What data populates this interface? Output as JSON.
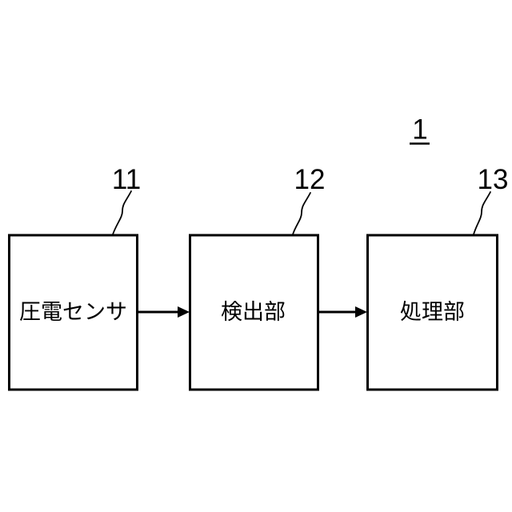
{
  "figure": {
    "number": "1",
    "background_color": "#ffffff",
    "line_color": "#000000",
    "blocks": [
      {
        "ref": "11",
        "label": "圧電センサ"
      },
      {
        "ref": "12",
        "label": "検出部"
      },
      {
        "ref": "13",
        "label": "処理部"
      }
    ],
    "connections": [
      {
        "from": "11",
        "to": "12",
        "type": "arrow"
      },
      {
        "from": "12",
        "to": "13",
        "type": "arrow"
      }
    ]
  }
}
